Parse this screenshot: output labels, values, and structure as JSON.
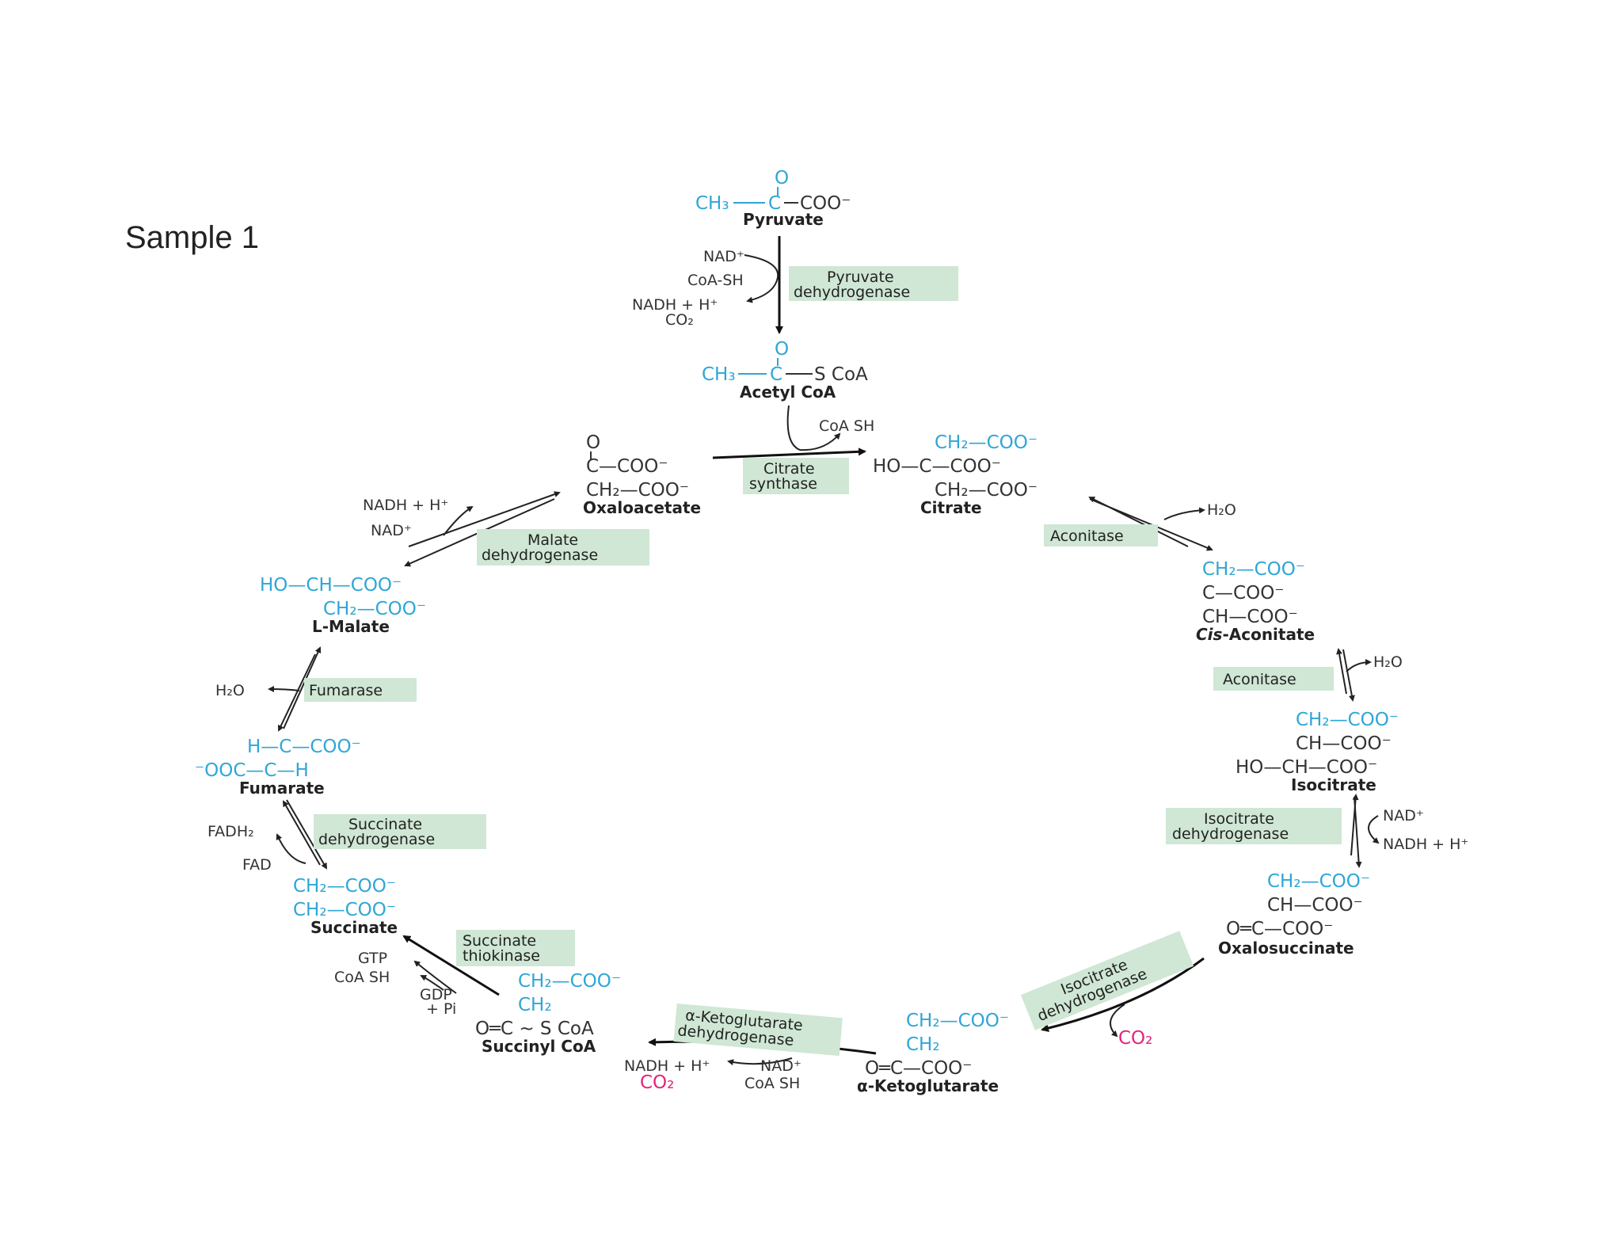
{
  "slide": {
    "title": "Sample 1"
  },
  "colors": {
    "carbon_skeleton": "#2fa6d6",
    "added_carboxyl": "#e0267d",
    "text": "#333333",
    "enzyme_box": "#cfe7d4"
  },
  "molecules": {
    "pyruvate": {
      "name": "Pyruvate",
      "formula": [
        "CH₃",
        "C",
        "COO⁻",
        "O"
      ]
    },
    "acetyl_coa": {
      "name": "Acetyl CoA",
      "formula": [
        "CH₃",
        "C",
        "S CoA",
        "O"
      ]
    },
    "citrate": {
      "name": "Citrate",
      "rows": [
        "CH₂—COO⁻",
        "HO—C—COO⁻",
        "CH₂—COO⁻"
      ]
    },
    "cis_aconitate": {
      "name": "Cis-Aconitate",
      "name_italic": "Cis",
      "name_rest": "-Aconitate",
      "rows": [
        "CH₂—COO⁻",
        "C—COO⁻",
        "CH—COO⁻"
      ]
    },
    "isocitrate": {
      "name": "Isocitrate",
      "rows": [
        "CH₂—COO⁻",
        "CH—COO⁻",
        "HO—CH—COO⁻"
      ]
    },
    "oxalosuccinate": {
      "name": "Oxalosuccinate",
      "rows": [
        "CH₂—COO⁻",
        "CH—COO⁻",
        "O═C—COO⁻"
      ]
    },
    "alpha_ketoglutarate": {
      "name": "α-Ketoglutarate",
      "rows": [
        "CH₂—COO⁻",
        "CH₂",
        "O═C—COO⁻"
      ]
    },
    "succinyl_coa": {
      "name": "Succinyl CoA",
      "rows": [
        "CH₂—COO⁻",
        "CH₂",
        "O═C ~ S CoA"
      ]
    },
    "succinate": {
      "name": "Succinate",
      "rows": [
        "CH₂—COO⁻",
        "CH₂—COO⁻"
      ]
    },
    "fumarate": {
      "name": "Fumarate",
      "rows": [
        "H—C—COO⁻",
        "⁻OOC—C—H"
      ]
    },
    "l_malate": {
      "name": "L-Malate",
      "rows": [
        "HO—CH—COO⁻",
        "CH₂—COO⁻"
      ]
    },
    "oxaloacetate": {
      "name": "Oxaloacetate",
      "rows": [
        "O",
        "C—COO⁻",
        "CH₂—COO⁻"
      ]
    }
  },
  "enzymes": {
    "pyruvate_dh": [
      "Pyruvate",
      "dehydrogenase"
    ],
    "citrate_synthase": [
      "Citrate",
      "synthase"
    ],
    "aconitase_1": [
      "Aconitase"
    ],
    "aconitase_2": [
      "Aconitase"
    ],
    "isocitrate_dh_1": [
      "Isocitrate",
      "dehydrogenase"
    ],
    "isocitrate_dh_2": [
      "Isocitrate",
      "dehydrogenase"
    ],
    "akg_dh": [
      "α-Ketoglutarate",
      "dehydrogenase"
    ],
    "succinate_thiokinase": [
      "Succinate",
      "thiokinase"
    ],
    "succinate_dh": [
      "Succinate",
      "dehydrogenase"
    ],
    "fumarase": [
      "Fumarase"
    ],
    "malate_dh": [
      "Malate",
      "dehydrogenase"
    ]
  },
  "cofactors": {
    "pdh": {
      "nad": "NAD⁺",
      "coash": "CoA-SH",
      "nadh": "NADH + H⁺",
      "co2": "CO₂"
    },
    "cs": {
      "coash": "CoA SH"
    },
    "acon1": {
      "h2o": "H₂O"
    },
    "acon2": {
      "h2o": "H₂O"
    },
    "idh": {
      "nad": "NAD⁺",
      "nadh": "NADH + H⁺"
    },
    "idh2": {
      "co2": "CO₂"
    },
    "akg": {
      "nadh": "NADH + H⁺",
      "co2": "CO₂",
      "nad": "NAD⁺",
      "coash": "CoA SH"
    },
    "stk": {
      "gtp": "GTP",
      "coash": "CoA SH",
      "gdp": "GDP",
      "pi": "+ Pi"
    },
    "sdh": {
      "fadh2": "FADH₂",
      "fad": "FAD"
    },
    "fum": {
      "h2o": "H₂O"
    },
    "mdh": {
      "nadh": "NADH + H⁺",
      "nad": "NAD⁺"
    }
  }
}
